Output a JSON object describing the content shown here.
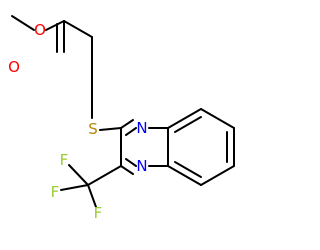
{
  "molecule": {
    "atoms": {
      "o_methoxy": {
        "symbol": "O",
        "color": "#ff0000"
      },
      "o_carbonyl": {
        "symbol": "O",
        "color": "#ff0000"
      },
      "s_thioether": {
        "symbol": "S",
        "color": "#b8860b"
      },
      "n_ring_top": {
        "symbol": "N",
        "color": "#0000ff"
      },
      "n_ring_bottom": {
        "symbol": "N",
        "color": "#0000ff"
      },
      "f_top": {
        "symbol": "F",
        "color": "#9acd32"
      },
      "f_left": {
        "symbol": "F",
        "color": "#9acd32"
      },
      "f_bottom": {
        "symbol": "F",
        "color": "#9acd32"
      }
    }
  }
}
